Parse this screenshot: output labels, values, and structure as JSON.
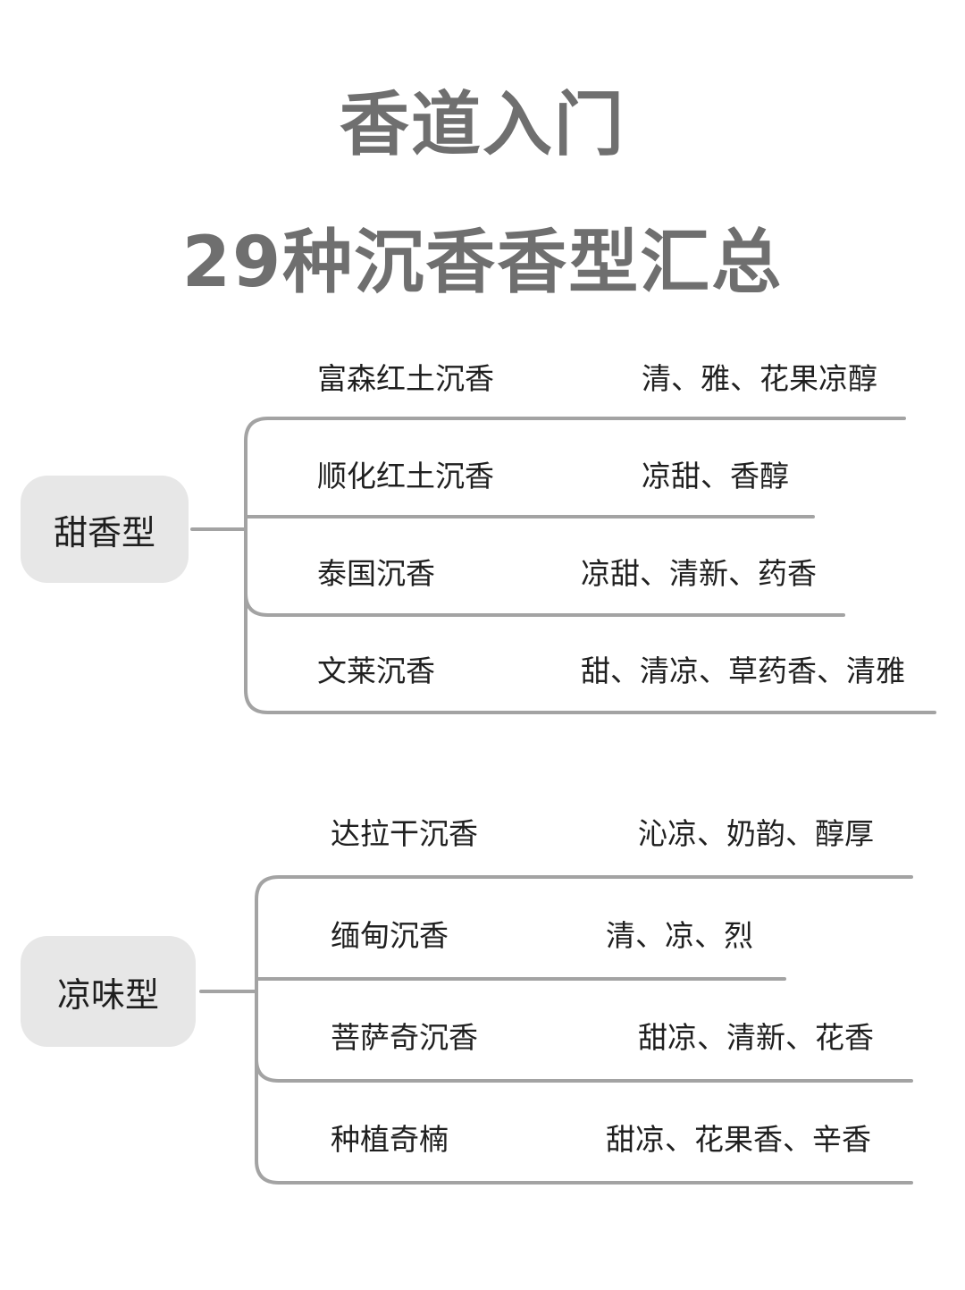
{
  "title": {
    "line1": "香道入门",
    "line2": "29种沉香香型汇总"
  },
  "groups": [
    {
      "name": "甜香型",
      "items": [
        {
          "name": "富森红土沉香",
          "notes": "清、雅、花果凉醇"
        },
        {
          "name": "顺化红土沉香",
          "notes": "凉甜、香醇"
        },
        {
          "name": "泰国沉香",
          "notes": "凉甜、清新、药香"
        },
        {
          "name": "文莱沉香",
          "notes": "甜、清凉、草药香、清雅"
        }
      ]
    },
    {
      "name": "凉味型",
      "items": [
        {
          "name": "达拉干沉香",
          "notes": "沁凉、奶韵、醇厚"
        },
        {
          "name": "缅甸沉香",
          "notes": "清、凉、烈"
        },
        {
          "name": "菩萨奇沉香",
          "notes": "甜凉、清新、花香"
        },
        {
          "name": "种植奇楠",
          "notes": "甜凉、花果香、辛香"
        }
      ]
    }
  ],
  "colors": {
    "title": "#6f6f6f",
    "line": "#a3a3a3",
    "box": "#e7e7e7"
  }
}
